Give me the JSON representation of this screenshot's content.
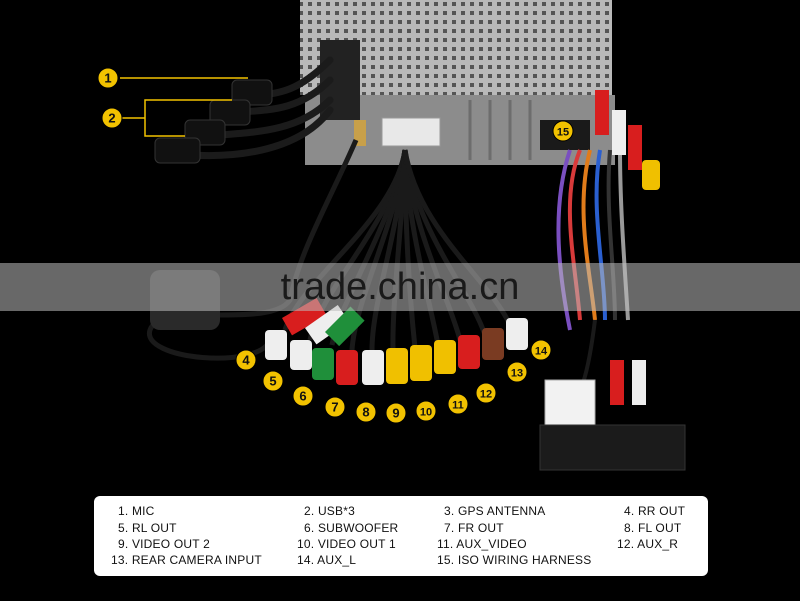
{
  "watermark": "trade.china.cn",
  "callouts": [
    "1",
    "2",
    "4",
    "5",
    "6",
    "7",
    "8",
    "9",
    "10",
    "11",
    "12",
    "13",
    "14",
    "15"
  ],
  "legend": [
    "1. MIC",
    "2. USB*3",
    "3. GPS ANTENNA",
    "4. RR OUT",
    "5. RL OUT",
    "6. SUBWOOFER",
    "7. FR OUT",
    "8. FL OUT",
    "9. VIDEO OUT 2",
    "10. VIDEO OUT 1",
    "11. AUX_VIDEO",
    "12. AUX_R",
    "13. REAR CAMERA INPUT",
    "14. AUX_L",
    "15. ISO WIRING HARNESS"
  ],
  "colors": {
    "background": "#000000",
    "callout_fill": "#f2c200",
    "rca_red": "#d81e1e",
    "rca_white": "#eeeeee",
    "rca_yellow": "#f0c000",
    "rca_green": "#1f8f3a",
    "rca_brown": "#7a3b22"
  }
}
